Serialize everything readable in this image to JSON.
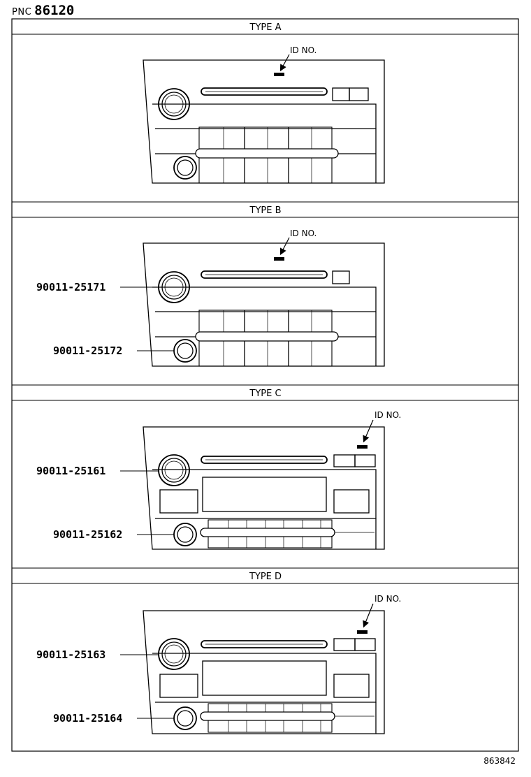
{
  "header": {
    "pnc_prefix": "PNC",
    "pnc_number": "86120"
  },
  "sections": [
    {
      "title": "TYPE A",
      "id_label": "ID NO.",
      "parts": []
    },
    {
      "title": "TYPE B",
      "id_label": "ID NO.",
      "parts": [
        "90011-25171",
        "90011-25172"
      ]
    },
    {
      "title": "TYPE C",
      "id_label": "ID NO.",
      "parts": [
        "90011-25161",
        "90011-25162"
      ]
    },
    {
      "title": "TYPE D",
      "id_label": "ID NO.",
      "parts": [
        "90011-25163",
        "90011-25164"
      ]
    }
  ],
  "footer": {
    "ref_number": "863842"
  }
}
